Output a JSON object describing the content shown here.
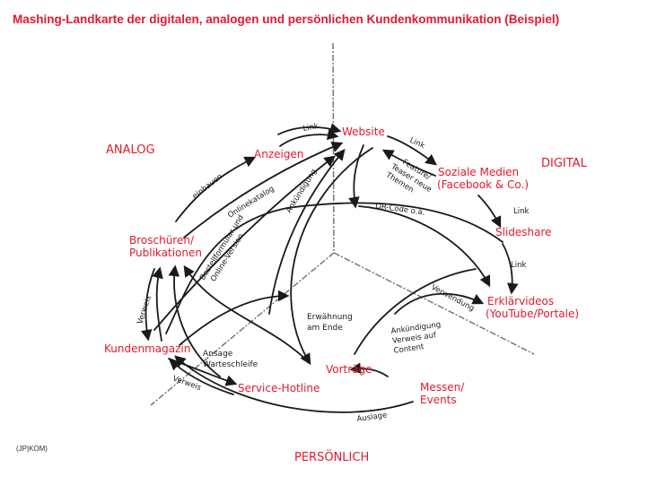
{
  "title": "Mashing-Landkarte der digitalen, analogen und persönlichen Kundenkommunikation (Beispiel)",
  "footer": "(JP|KOM)",
  "colors": {
    "accent": "#e3192c",
    "ink": "#1a1a1a",
    "axis": "#777777"
  },
  "axes": {
    "analog": "ANALOG",
    "digital": "DIGITAL",
    "persoenlich": "PERSÖNLICH"
  },
  "nodes": {
    "website": "Website",
    "anzeigen": "Anzeigen",
    "soziale_medien": [
      "Soziale Medien",
      "(Facebook & Co.)"
    ],
    "broschueren": [
      "Broschüren/",
      "Publikationen"
    ],
    "slideshare": "Slideshare",
    "erklaervideos": [
      "Erklärvideos",
      "(YouTube/Portale)"
    ],
    "kundenmagazin": "Kundenmagazin",
    "service_hotline": "Service-Hotline",
    "vortraege": "Vorträge",
    "messen": [
      "Messen/",
      "Events"
    ]
  },
  "edge_labels": {
    "link_1": "Link",
    "link_2": "Link",
    "link_3": "Link",
    "link_4": "Link",
    "einbauen": "einbauen",
    "onlinekatalog": "Onlinekatalog",
    "ankuendigung": "Ankündigung",
    "feature": [
      "Feature/",
      "Teaser neue",
      "Themen"
    ],
    "qr_code": "QR-Code o.ä.",
    "bestellformular": [
      "Bestellformular und",
      "Online-Version"
    ],
    "verwendung": "Verwendung",
    "verweis_1": "Verweis",
    "verweis_2": "Verweis",
    "erwaehnung": [
      "Erwähnung",
      "am Ende"
    ],
    "ansage": [
      "Ansage",
      "Warteschleife"
    ],
    "ankuendigung_verweis": [
      "Ankündigung",
      "Verweis auf",
      "Content"
    ],
    "auslage": "Auslage"
  }
}
